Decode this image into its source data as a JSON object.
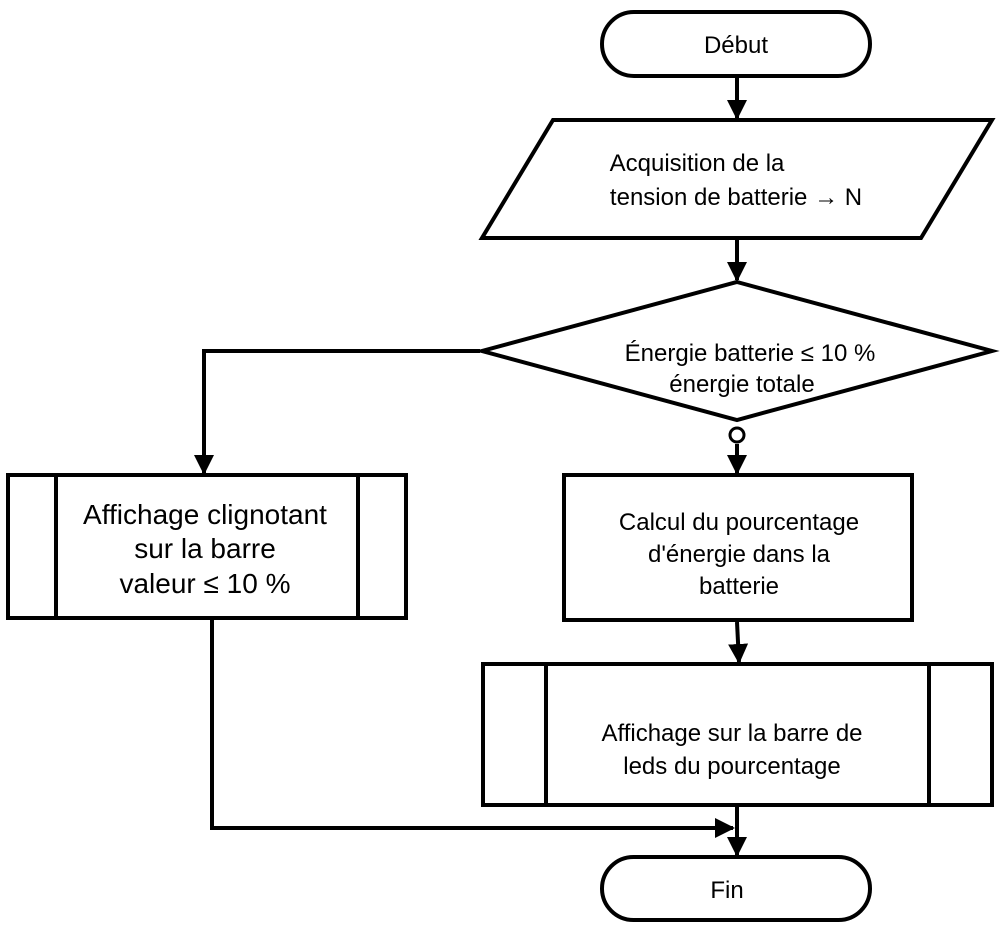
{
  "flowchart": {
    "start": "Début",
    "input": {
      "line1": "Acquisition de la",
      "line2": "tension de batterie → N"
    },
    "decision": {
      "line1": "Énergie batterie ≤ 10 %",
      "line2": "énergie totale"
    },
    "blink_display": {
      "line1": "Affichage clignotant",
      "line2": "sur la barre",
      "line3": "valeur ≤ 10 %"
    },
    "calculation": {
      "line1": "Calcul du pourcentage",
      "line2": "d'énergie dans la",
      "line3": "batterie"
    },
    "bar_display": {
      "line1": "Affichage sur la barre de",
      "line2": "leds du pourcentage"
    },
    "end": "Fin"
  },
  "colors": {
    "stroke": "#000000",
    "fill": "#ffffff"
  }
}
